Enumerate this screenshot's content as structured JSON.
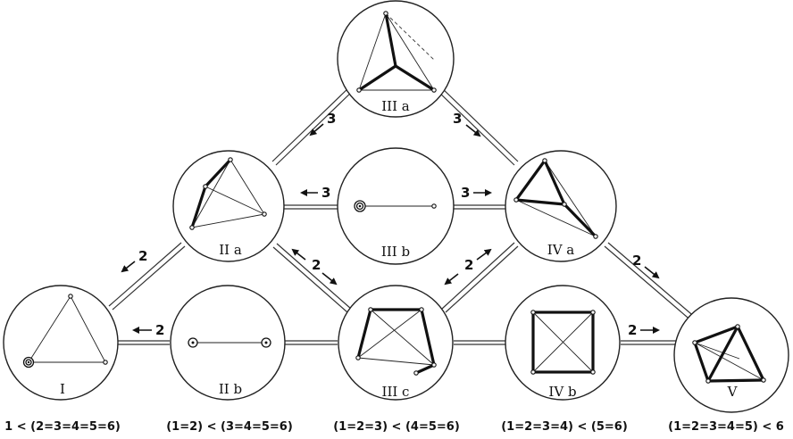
{
  "nodes": {
    "IIIa": "III a",
    "IIa": "II a",
    "IIIb": "III b",
    "IVa": "IV a",
    "I": "I",
    "IIb": "II b",
    "IIIc": "III c",
    "IVb": "IV b",
    "V": "V"
  },
  "edges": {
    "IIIa_IIa": "3",
    "IIIa_IVa": "3",
    "IIIb_IIa": "3",
    "IIIb_IVa": "3",
    "IIa_I": "2",
    "IIa_IIIc": "2",
    "IIIc_IVa": "2",
    "IVa_V": "2",
    "IIb_I": "2",
    "IVb_V": "2"
  },
  "formulas": {
    "I": "1 < (2=3=4=5=6)",
    "IIb": "(1=2) < (3=4=5=6)",
    "IIIc": "(1=2=3) < (4=5=6)",
    "IVb": "(1=2=3=4) < (5=6)",
    "V": "(1=2=3=4=5) < 6"
  }
}
